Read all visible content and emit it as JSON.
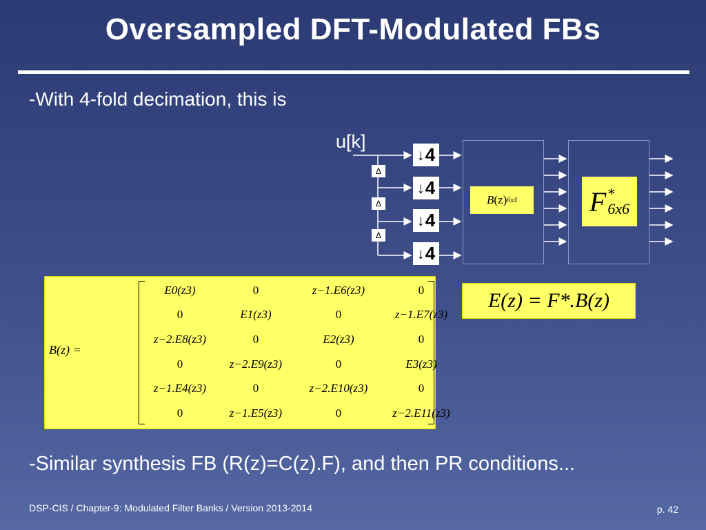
{
  "slide": {
    "title": "Oversampled  DFT-Modulated FBs",
    "bullet_1": "-With 4-fold decimation, this is",
    "bullet_2": "-Similar synthesis FB (R(z)=C(z).F), and then PR conditions...",
    "footer_left": "DSP-CIS  /  Chapter-9: Modulated Filter Banks  /  Version 2013-2014",
    "footer_right": "p. 42"
  },
  "diagram": {
    "input_label": "u[k]",
    "decimation_factor": "4",
    "delay_symbol": "Δ",
    "analysis_block": {
      "symbol": "B",
      "arg": "(z)",
      "subscript": "6x4"
    },
    "dft_block": {
      "symbol": "F",
      "superscript": "*",
      "subscript": "6x6"
    }
  },
  "matrix": {
    "lhs": "B(z) =",
    "rows": [
      [
        "E0(z3)",
        "0",
        "z−1.E6(z3)",
        "0"
      ],
      [
        "0",
        "E1(z3)",
        "0",
        "z−1.E7(z3)"
      ],
      [
        "z−2.E8(z3)",
        "0",
        "E2(z3)",
        "0"
      ],
      [
        "0",
        "z−2.E9(z3)",
        "0",
        "E3(z3)"
      ],
      [
        "z−1.E4(z3)",
        "0",
        "z−2.E10(z3)",
        "0"
      ],
      [
        "0",
        "z−1.E5(z3)",
        "0",
        "z−2.E11(z3)"
      ]
    ]
  },
  "equation": {
    "text": "E(z) = F*.B(z)"
  },
  "colors": {
    "background_top": "#2b3a73",
    "background_bottom": "#5568a3",
    "panel_yellow": "#ffff66",
    "text": "#ffffff"
  }
}
